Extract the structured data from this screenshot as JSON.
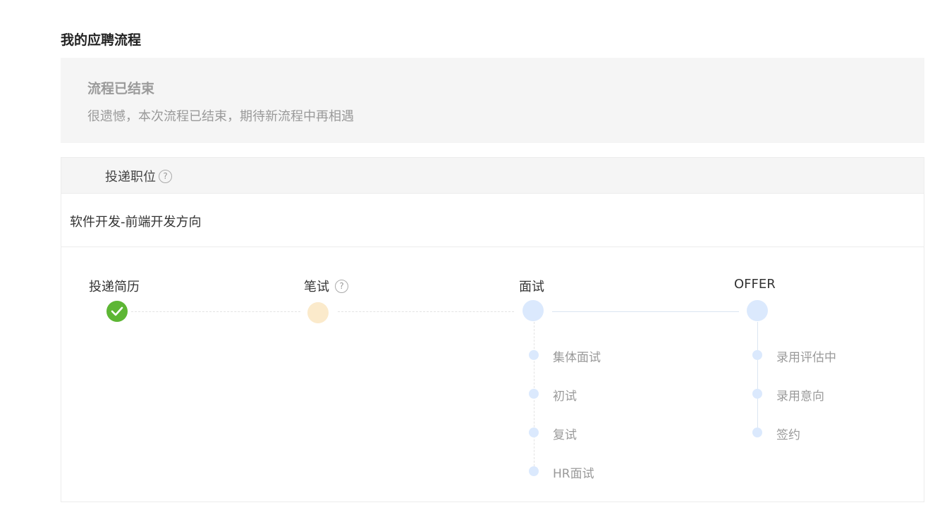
{
  "page_title": "我的应聘流程",
  "notice": {
    "title": "流程已结束",
    "message": "很遗憾，本次流程已结束，期待新流程中再相遇"
  },
  "application": {
    "header_label": "投递职位",
    "help_icon": "?",
    "position_name": "软件开发-前端开发方向"
  },
  "steps": [
    {
      "label": "投递简历",
      "status": "done"
    },
    {
      "label": "笔试",
      "status": "written",
      "help_icon": "?"
    },
    {
      "label": "面试",
      "status": "pending"
    },
    {
      "label": "OFFER",
      "status": "pending"
    }
  ],
  "interview_substeps": [
    "集体面试",
    "初试",
    "复试",
    "HR面试"
  ],
  "offer_substeps": [
    "录用评估中",
    "录用意向",
    "签约"
  ],
  "colors": {
    "done": "#5db634",
    "written": "#fbeacb",
    "pending": "#dbe9fd",
    "panel_bg": "#f5f5f5",
    "muted_text": "#9a9a9a"
  }
}
